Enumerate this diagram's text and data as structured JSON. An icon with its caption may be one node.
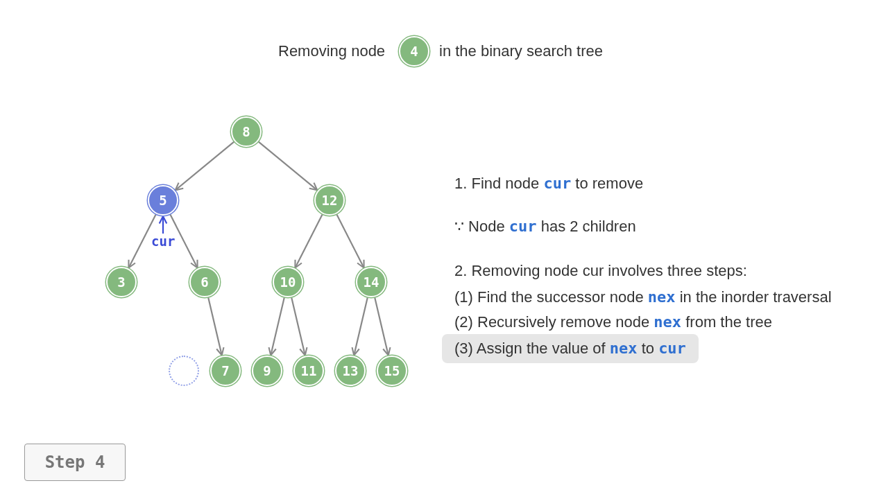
{
  "diagram": {
    "nodes": [
      {
        "text": [
          "4"
        ]
      },
      {
        "text": [
          "8"
        ]
      },
      {
        "text": [
          "5"
        ]
      },
      {
        "text": [
          "12"
        ]
      },
      {
        "text": [
          "cur"
        ]
      },
      {
        "text": [
          "3"
        ]
      },
      {
        "text": [
          "6"
        ]
      },
      {
        "text": [
          "10"
        ]
      },
      {
        "text": [
          "14"
        ]
      },
      {
        "text": [],
        "shape": "circle"
      },
      {
        "text": [
          "7"
        ]
      },
      {
        "text": [
          "9"
        ]
      },
      {
        "text": [
          "11"
        ]
      },
      {
        "text": [
          "13"
        ]
      },
      {
        "text": [
          "15"
        ]
      }
    ],
    "edges": [
      {
        "from": 1,
        "to": 2,
        "arrow": "to"
      },
      {
        "from": 1,
        "to": 3,
        "arrow": "to"
      },
      {
        "from": 2,
        "to": 5,
        "arrow": "to"
      },
      {
        "from": 2,
        "to": 6,
        "arrow": "to"
      },
      {
        "from": 3,
        "to": 7,
        "arrow": "to"
      },
      {
        "from": 3,
        "to": 8,
        "arrow": "to"
      },
      {
        "from": 6,
        "to": 10,
        "arrow": "to"
      },
      {
        "from": 7,
        "to": 11,
        "arrow": "to"
      },
      {
        "from": 7,
        "to": 12,
        "arrow": "to"
      },
      {
        "from": 8,
        "to": 13,
        "arrow": "to"
      },
      {
        "from": 8,
        "to": 14,
        "arrow": "to"
      },
      {
        "from": 4,
        "to": 2,
        "arrow": "to",
        "color": "#3b4bd6"
      }
    ],
    "labels": [
      "Removing node",
      "in the binary search tree",
      "1. Find node **cur** to remove",
      "∵ Node **cur** has 2 children",
      "2. Removing node cur involves three steps:",
      "(1) Find the successor node **nex** in the inorder traversal",
      "(2) Recursively remove node **nex** from the tree",
      "(3) Assign the value of **nex** to **cur**",
      "Step 4"
    ]
  }
}
